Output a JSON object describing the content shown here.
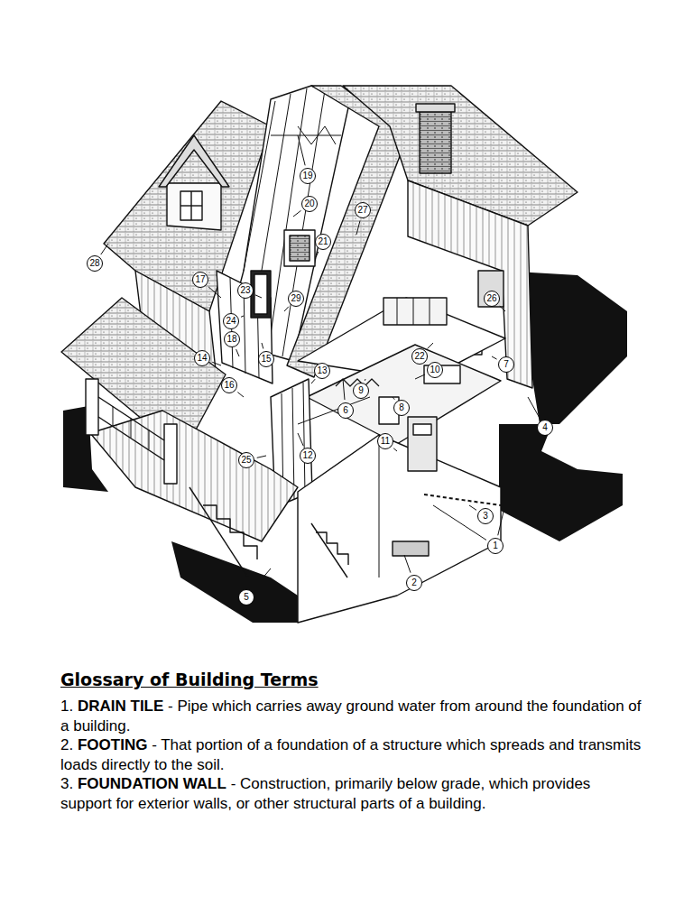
{
  "diagram": {
    "title": "Glossary of Building Terms",
    "labels": [
      "1",
      "2",
      "3",
      "4",
      "5",
      "6",
      "7",
      "8",
      "9",
      "10",
      "11",
      "12",
      "13",
      "14",
      "15",
      "16",
      "17",
      "18",
      "19",
      "20",
      "21",
      "22",
      "23",
      "24",
      "25",
      "26",
      "27",
      "28",
      "29",
      "1.",
      "DRAIN TILE",
      "- Pipe which carries away ground water from around the foundation of a building.",
      "2.",
      "FOOTING",
      "- That portion of a foundation of a structure which spreads and transmits loads directly to the soil.",
      "3.",
      "FOUNDATION WALL",
      "- Construction, primarily below grade, which provides support for exterior walls, or other structural parts of a building."
    ]
  }
}
